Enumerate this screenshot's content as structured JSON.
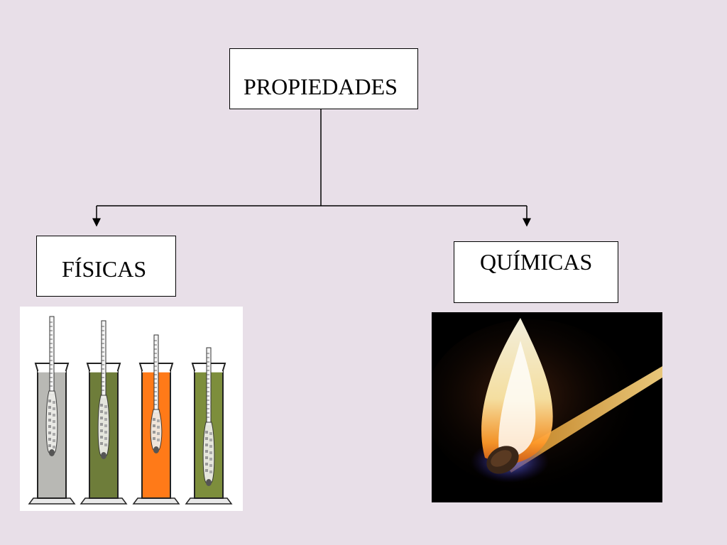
{
  "diagram": {
    "root": {
      "label": "PROPIEDADES"
    },
    "children": [
      {
        "label": "FÍSICAS",
        "image": "graduated-cylinders-with-hydrometers"
      },
      {
        "label": "QUÍMICAS",
        "image": "burning-match"
      }
    ]
  },
  "colors": {
    "background": "#e8dfe8",
    "box_fill": "#ffffff",
    "box_border": "#000000",
    "line": "#000000",
    "liquid_gray": "#b8b8b4",
    "liquid_olive": "#6e7d3a",
    "liquid_orange": "#ff7a18",
    "liquid_olive_light": "#7d8e3c"
  }
}
